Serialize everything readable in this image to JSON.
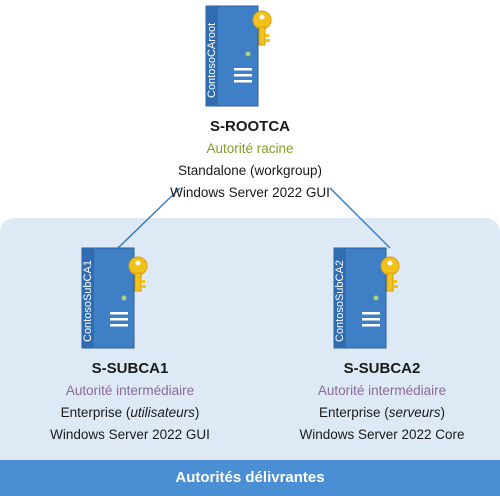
{
  "root": {
    "server_label": "ContosoCAroot",
    "name": "S-ROOTCA",
    "role": "Autorité racine",
    "type": "Standalone (workgroup)",
    "os": "Windows Server 2022 GUI"
  },
  "sub1": {
    "server_label": "ContosoSubCA1",
    "name": "S-SUBCA1",
    "role": "Autorité intermédiaire",
    "type_prefix": "Enterprise (",
    "type_em": "utilisateurs",
    "type_suffix": ")",
    "os": "Windows Server 2022 GUI"
  },
  "sub2": {
    "server_label": "ContosoSubCA2",
    "name": "S-SUBCA2",
    "role": "Autorité intermédiaire",
    "type_prefix": "Enterprise (",
    "type_em": "serveurs",
    "type_suffix": ")",
    "os": "Windows Server 2022 Core"
  },
  "footer": {
    "title": "Autorités délivrantes"
  },
  "colors": {
    "server": "#4a8fd4",
    "key": "#f2c21b",
    "panel": "#ddeaf6",
    "footer": "#4a8fd4"
  }
}
